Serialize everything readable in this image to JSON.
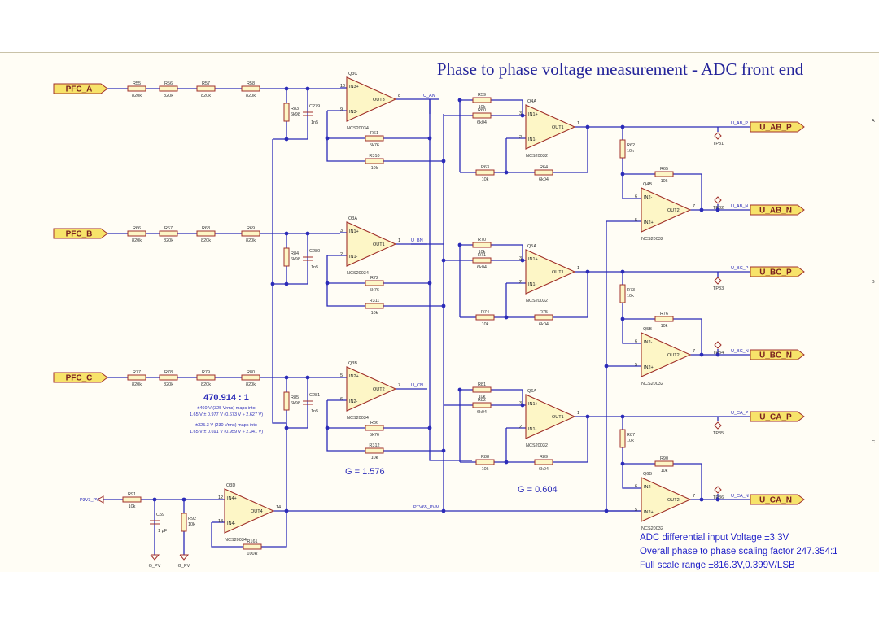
{
  "title": "Phase to phase voltage measurement - ADC front end",
  "inputs": [
    "PFC_A",
    "PFC_B",
    "PFC_C"
  ],
  "outputs": [
    "U_AB_P",
    "U_AB_N",
    "U_BC_P",
    "U_BC_N",
    "U_CA_P",
    "U_CA_N"
  ],
  "input_resistors": [
    [
      "R55",
      "R56",
      "R57",
      "R58"
    ],
    [
      "R66",
      "R67",
      "R68",
      "R69"
    ],
    [
      "R77",
      "R78",
      "R79",
      "R80"
    ]
  ],
  "input_resistor_value": "820k",
  "shunt": [
    {
      "r": "R83",
      "rv": "6k98",
      "c": "C279",
      "cv": "1n5"
    },
    {
      "r": "R84",
      "rv": "6k98",
      "c": "C280",
      "cv": "1n5"
    },
    {
      "r": "R85",
      "rv": "6k98",
      "c": "C281",
      "cv": "1n5"
    }
  ],
  "stage1": [
    {
      "ref": "Q3C",
      "p1": "IN3+",
      "p2": "IN3-",
      "out": "OUT3",
      "n1": "10",
      "n2": "9",
      "no": "8",
      "part": "NCS20034",
      "net": "U_AN",
      "rf": "R61",
      "rfv": "5k76",
      "rb": "R310",
      "rbv": "10k"
    },
    {
      "ref": "Q3A",
      "p1": "IN1+",
      "p2": "IN1-",
      "out": "OUT1",
      "n1": "3",
      "n2": "2",
      "no": "1",
      "part": "NCS20034",
      "net": "U_BN",
      "rf": "R72",
      "rfv": "5k76",
      "rb": "R311",
      "rbv": "10k"
    },
    {
      "ref": "Q3B",
      "p1": "IN2+",
      "p2": "IN2-",
      "out": "OUT2",
      "n1": "5",
      "n2": "6",
      "no": "7",
      "part": "NCS20034",
      "net": "U_CN",
      "rf": "R86",
      "rfv": "5k76",
      "rb": "R312",
      "rbv": "10k"
    }
  ],
  "stage2": [
    {
      "ref": "Q4A",
      "ra": "R59",
      "rav": "10k",
      "rb": "R60",
      "rbv": "6k04",
      "rc": "R63",
      "rcv": "10k",
      "rd": "R64",
      "rdv": "6k04",
      "part": "NCS20032",
      "out": "OUT1",
      "p1": "IN1+",
      "p2": "IN1-",
      "n1": "3",
      "n2": "2",
      "no": "1"
    },
    {
      "ref": "Q5A",
      "ra": "R70",
      "rav": "10k",
      "rb": "R71",
      "rbv": "6k04",
      "rc": "R74",
      "rcv": "10k",
      "rd": "R75",
      "rdv": "6k04",
      "part": "NCS20032",
      "out": "OUT1",
      "p1": "IN1+",
      "p2": "IN1-",
      "n1": "3",
      "n2": "2",
      "no": "1"
    },
    {
      "ref": "Q6A",
      "ra": "R81",
      "rav": "10k",
      "rb": "R82",
      "rbv": "6k04",
      "rc": "R88",
      "rcv": "10k",
      "rd": "R89",
      "rdv": "6k04",
      "part": "NCS20032",
      "out": "OUT1",
      "p1": "IN1+",
      "p2": "IN1-",
      "n1": "3",
      "n2": "2",
      "no": "1"
    }
  ],
  "stage3": [
    {
      "ref": "Q4B",
      "rt": "R62",
      "rtv": "10k",
      "rf": "R65",
      "rfv": "10k",
      "part": "NCS20032",
      "tpP": "TP31",
      "tpN": "TP32",
      "p1": "IN2-",
      "p2": "IN2+",
      "out": "OUT2",
      "n1": "6",
      "n2": "5",
      "no": "7"
    },
    {
      "ref": "Q5B",
      "rt": "R73",
      "rtv": "10k",
      "rf": "R76",
      "rfv": "10k",
      "part": "NCS20032",
      "tpP": "TP33",
      "tpN": "TP34",
      "p1": "IN2-",
      "p2": "IN2+",
      "out": "OUT2",
      "n1": "6",
      "n2": "5",
      "no": "7"
    },
    {
      "ref": "Q6B",
      "rt": "R87",
      "rtv": "10k",
      "rf": "R90",
      "rfv": "10k",
      "part": "NCS20032",
      "tpP": "TP35",
      "tpN": "TP36",
      "p1": "IN2-",
      "p2": "IN2+",
      "out": "OUT2",
      "n1": "6",
      "n2": "5",
      "no": "7"
    }
  ],
  "buffer": {
    "ref": "Q3D",
    "p1": "IN4+",
    "p2": "IN4-",
    "out": "OUT4",
    "n1": "12",
    "n2": "13",
    "no": "14",
    "part": "NCS20034",
    "rin": "R91",
    "rinv": "10k",
    "c": "C59",
    "cv": "1 µF",
    "r2": "R92",
    "r2v": "10k",
    "rf": "R161",
    "rfv": "100R",
    "src": "P3V3_PV",
    "gnd": "G_PV",
    "net": "PTV65_PVM"
  },
  "ratio": "470.914 : 1",
  "ratio_notes": [
    "±460 V (325 Vrms) maps into",
    "1.65 V ± 0.977 V (0.673 V ÷ 2.627 V)",
    "±325.3 V (230 Vrms) maps into",
    "1.65 V ± 0.691 V (0.959 V ÷ 2.341 V)"
  ],
  "gain1": "G = 1.576",
  "gain2": "G = 0.604",
  "spec": [
    "ADC differential input Voltage ±3.3V",
    "Overall phase to phase scaling factor 247.354:1",
    "Full scale range ±816.3V,0.399V/LSB"
  ],
  "border": [
    "A",
    "B",
    "C"
  ]
}
